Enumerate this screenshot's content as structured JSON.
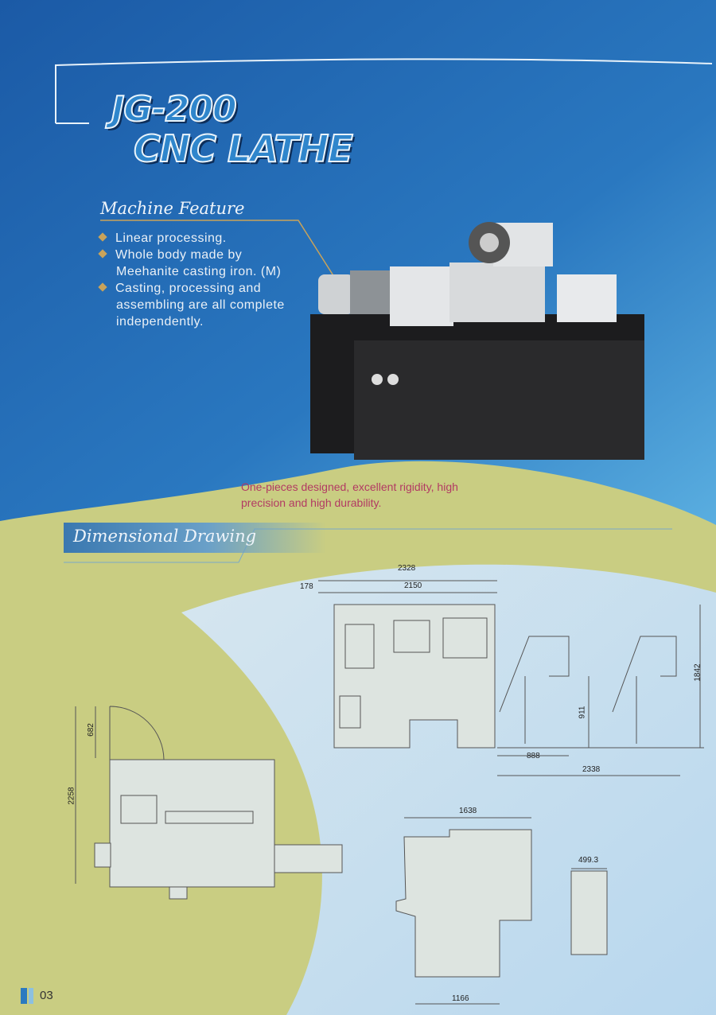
{
  "header": {
    "title_line1": "JG-200",
    "title_line2": "CNC LATHE"
  },
  "machine_feature": {
    "heading": "Machine Feature",
    "items": [
      {
        "lines": [
          "Linear processing."
        ]
      },
      {
        "lines": [
          "Whole body made by",
          "Meehanite casting iron. (M)"
        ]
      },
      {
        "lines": [
          "Casting, processing and",
          "assembling are all complete",
          "independently."
        ]
      }
    ],
    "caption_lines": [
      "One-pieces designed, excellent rigidity, high",
      "precision and high durability."
    ]
  },
  "dimensional_drawing": {
    "heading": "Dimensional Drawing",
    "front_view": {
      "overall_width": "2328",
      "offset": "178",
      "body_width": "2150",
      "height": "1842",
      "conveyor_height": "911",
      "conveyor_depth": "888",
      "conveyor_length": "2338"
    },
    "top_view": {
      "door_swing": "682",
      "depth": "2258"
    },
    "side_view": {
      "top_width": "1638",
      "base_width": "1166"
    },
    "conveyor_side": {
      "width": "499.3"
    }
  },
  "footer": {
    "page_number": "03"
  },
  "colors": {
    "top_blue": "#2468b0",
    "lower_yellow": "#c9cd82",
    "light_blue": "#c6dcec",
    "caption": "#b23a63",
    "bullet": "#c9a35a"
  }
}
